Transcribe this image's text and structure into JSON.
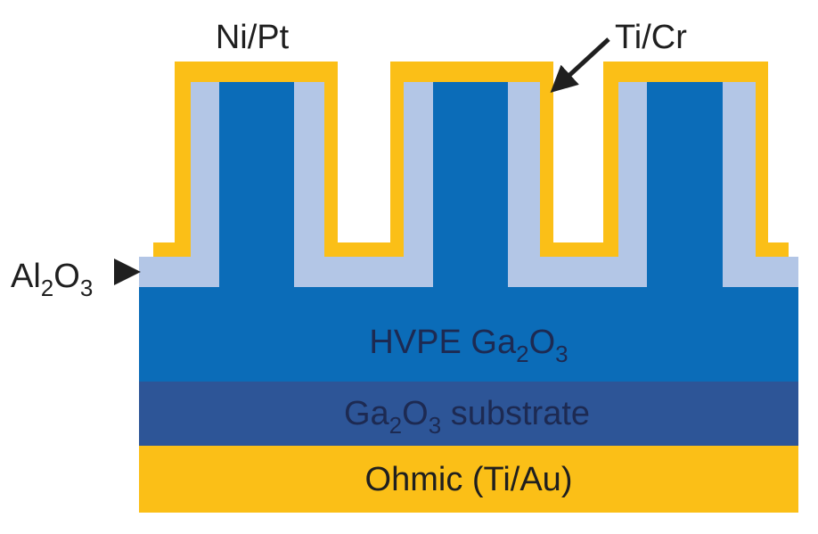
{
  "colors": {
    "metal_gate": "#fbbf17",
    "al2o3": "#b3c6e6",
    "hvpe_ga2o3": "#0b6cb8",
    "substrate": "#2d5597",
    "ohmic": "#fbbf17",
    "text": "#1f1f1f",
    "background": "#ffffff"
  },
  "labels": {
    "ni_pt": "Ni/Pt",
    "ti_cr": "Ti/Cr",
    "al2o3": {
      "base_1": "Al",
      "sub_1": "2",
      "base_2": "O",
      "sub_2": "3"
    },
    "hvpe": {
      "prefix": "HVPE Ga",
      "sub_1": "2",
      "base_2": "O",
      "sub_2": "3"
    },
    "substrate": {
      "base_1": "Ga",
      "sub_1": "2",
      "base_2": "O",
      "sub_2": "3",
      "suffix": " substrate"
    },
    "ohmic": "Ohmic (Ti/Au)"
  },
  "layers": [
    {
      "name": "ohmic-contact",
      "material": "Ohmic (Ti/Au)"
    },
    {
      "name": "ga2o3-substrate",
      "material": "Ga2O3 substrate"
    },
    {
      "name": "hvpe-ga2o3",
      "material": "HVPE Ga2O3"
    },
    {
      "name": "al2o3-dielectric",
      "material": "Al2O3"
    },
    {
      "name": "ti-cr-adhesion",
      "material": "Ti/Cr"
    },
    {
      "name": "ni-pt-metal",
      "material": "Ni/Pt"
    }
  ],
  "fin_count": 3
}
